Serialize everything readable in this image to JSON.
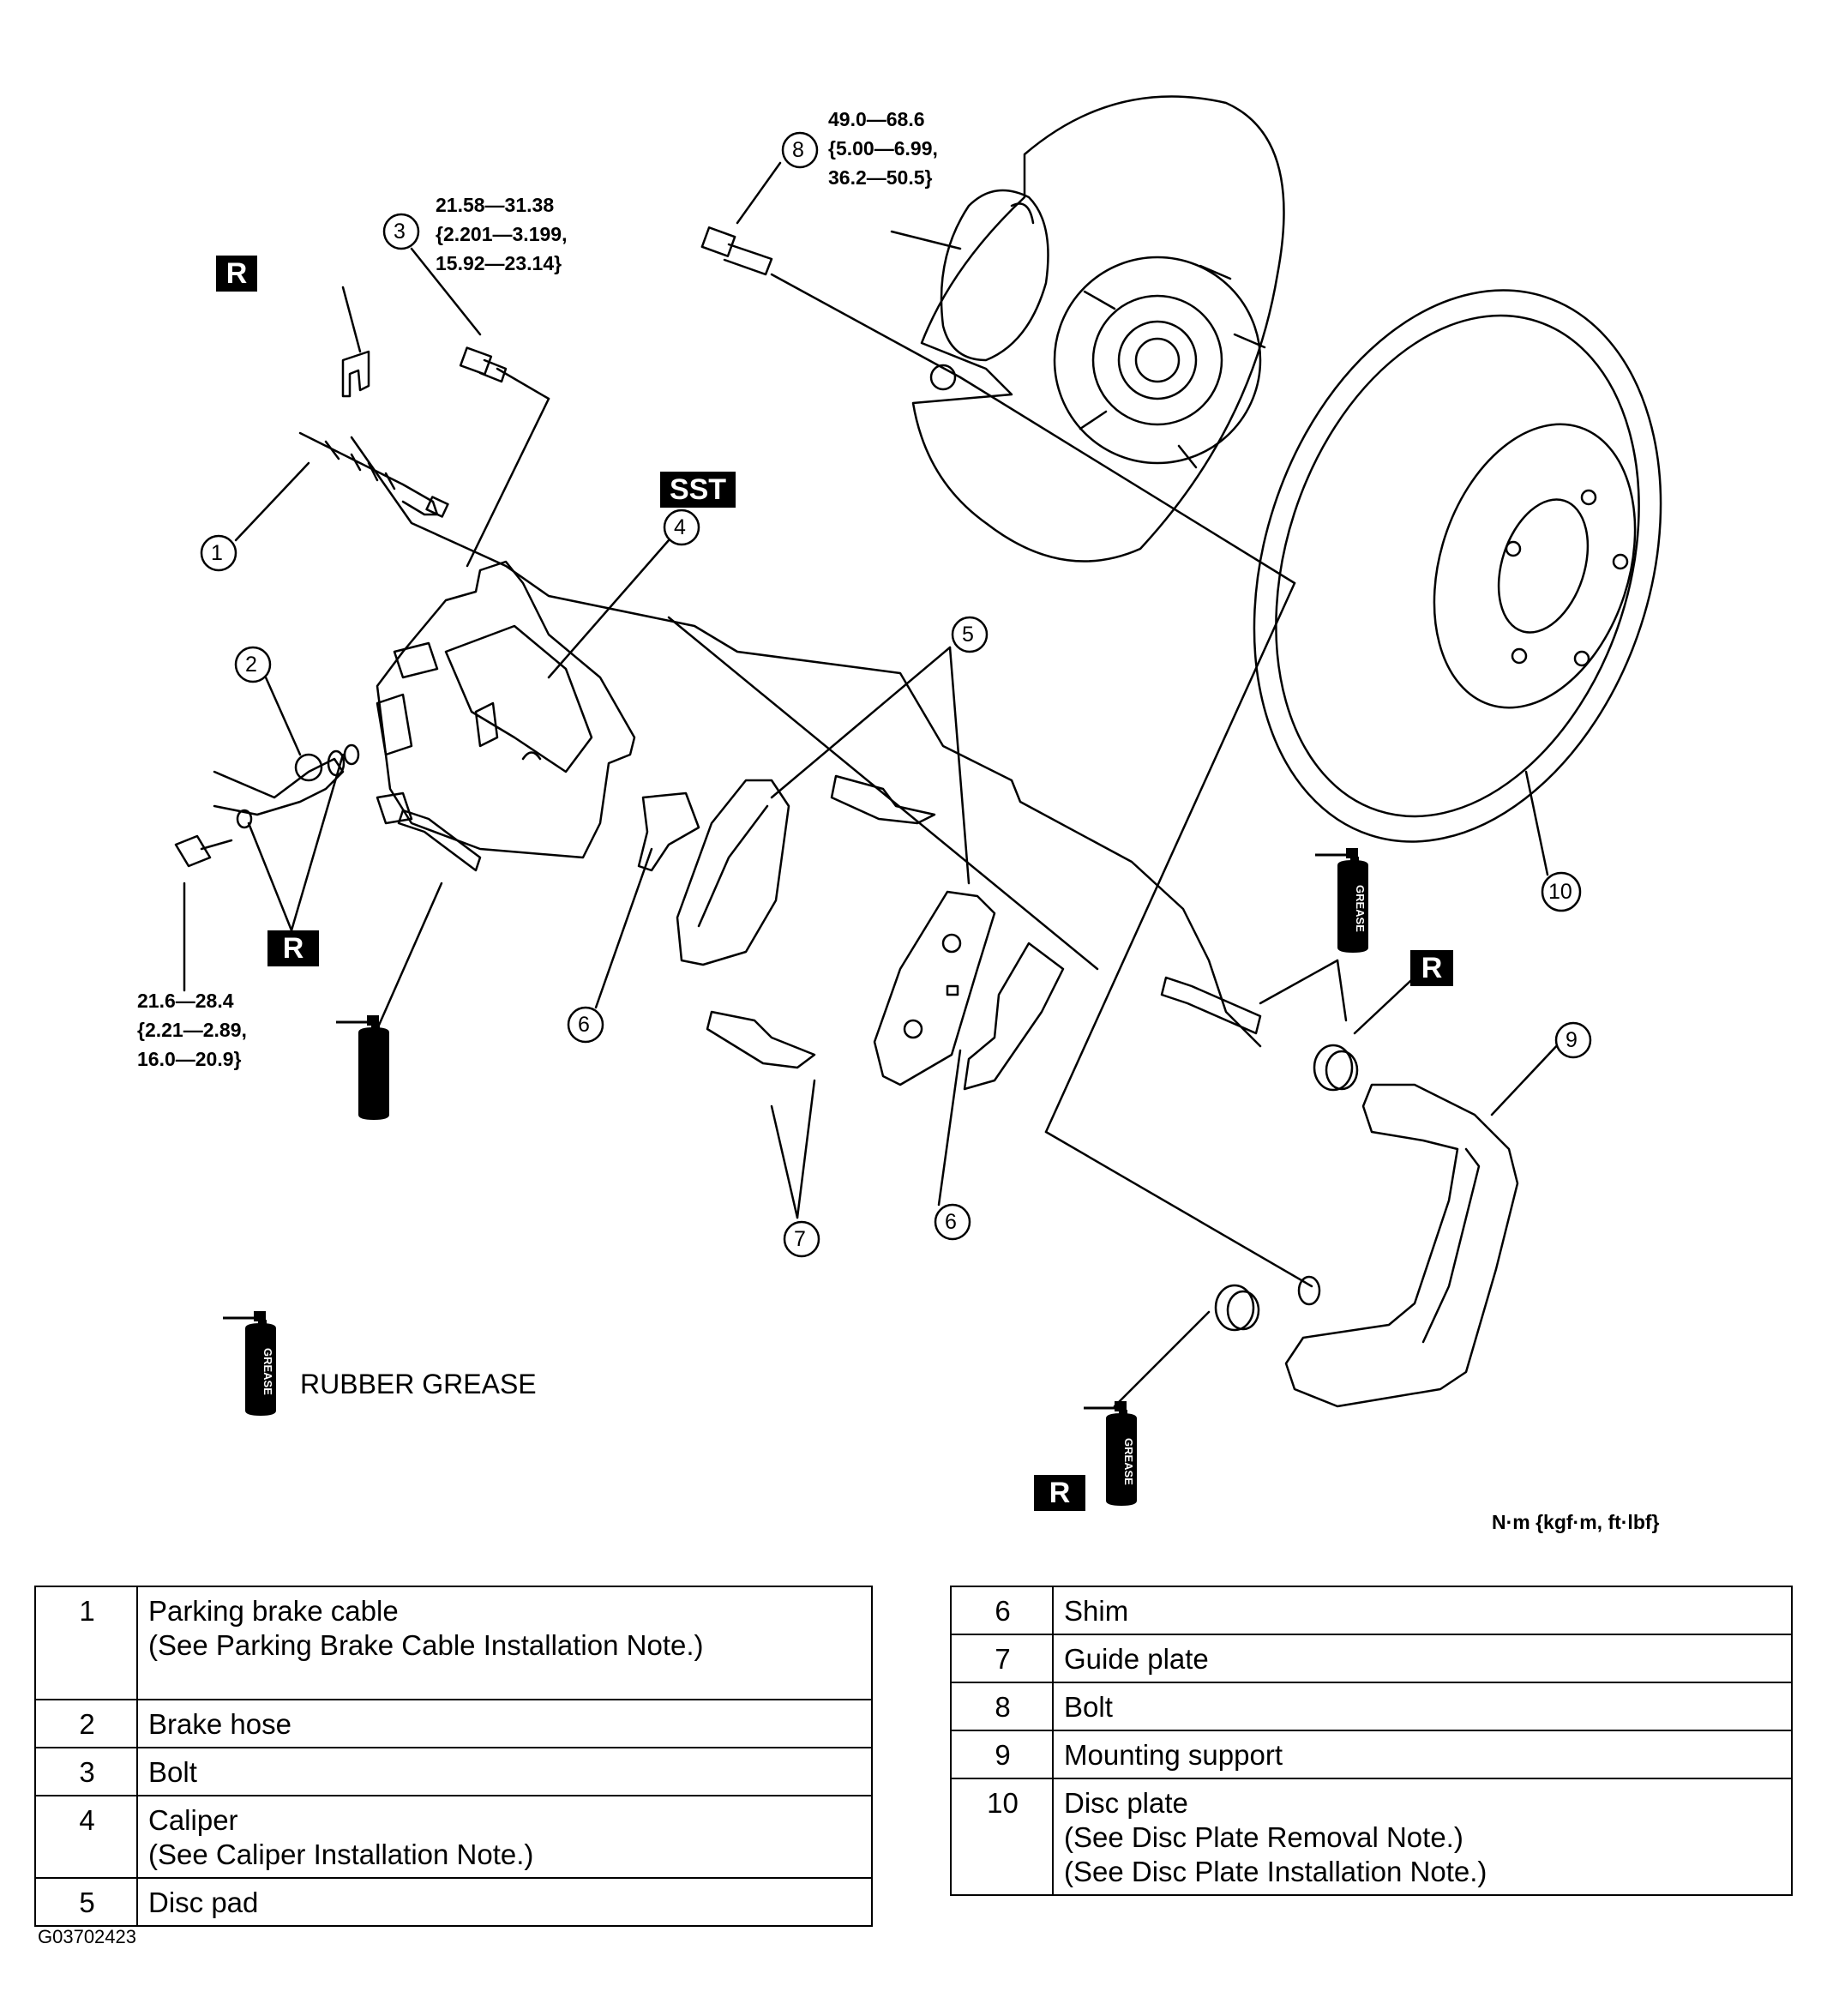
{
  "torque_unit_label": "N·m {kgf·m, ft·lbf}",
  "figure_id": "G03702423",
  "legend": {
    "grease_label": "RUBBER GREASE"
  },
  "badges": {
    "replace": "R",
    "sst": "SST"
  },
  "callouts": [
    "1",
    "2",
    "3",
    "4",
    "5",
    "6",
    "7",
    "8",
    "9",
    "10"
  ],
  "torques": {
    "bolt_3": [
      "21.58—31.38",
      "{2.201—3.199,",
      "15.92—23.14}"
    ],
    "bolt_8": [
      "49.0—68.6",
      "{5.00—6.99,",
      "36.2—50.5}"
    ],
    "hose_bolt": [
      "21.6—28.4",
      "{2.21—2.89,",
      "16.0—20.9}"
    ]
  },
  "parts_left": [
    {
      "num": "1",
      "name": "Parking brake cable",
      "note": "(See Parking Brake Cable Installation Note.)"
    },
    {
      "num": "2",
      "name": "Brake hose",
      "note": ""
    },
    {
      "num": "3",
      "name": "Bolt",
      "note": ""
    },
    {
      "num": "4",
      "name": "Caliper",
      "note": "(See Caliper Installation Note.)"
    },
    {
      "num": "5",
      "name": "Disc pad",
      "note": ""
    }
  ],
  "parts_right": [
    {
      "num": "6",
      "name": "Shim",
      "notes": []
    },
    {
      "num": "7",
      "name": "Guide plate",
      "notes": []
    },
    {
      "num": "8",
      "name": "Bolt",
      "notes": []
    },
    {
      "num": "9",
      "name": "Mounting support",
      "notes": []
    },
    {
      "num": "10",
      "name": "Disc plate",
      "notes": [
        "(See Disc Plate Removal Note.)",
        "(See Disc Plate Installation Note.)"
      ]
    }
  ],
  "grease_can_label": "GREASE"
}
